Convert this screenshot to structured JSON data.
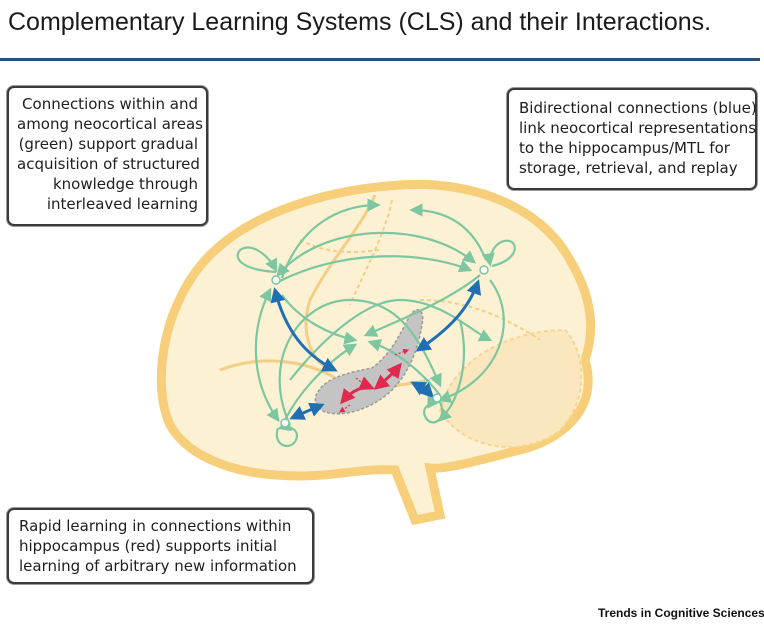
{
  "title": "Complementary Learning Systems (CLS) and their Interactions.",
  "boxes": {
    "green": {
      "lines": [
        "Connections within and",
        "among neocortical areas",
        "(green) support gradual",
        "acquisition of structured",
        "knowledge through",
        "interleaved learning"
      ]
    },
    "blue": {
      "lines": [
        "Bidirectional connections (blue)",
        "link neocortical representations",
        "to the hippocampus/MTL for",
        "storage, retrieval, and replay"
      ]
    },
    "red": {
      "lines": [
        "Rapid learning in connections within",
        "hippocampus (red) supports initial",
        "learning of arbitrary new information"
      ]
    }
  },
  "credit": "Trends in Cognitive Sciences",
  "colors": {
    "rule": "#2c4f7c",
    "brain_fill": "#fdf1d4",
    "brain_outline": "#f7cf7a",
    "neocortical_green": "#7cc7a0",
    "bidirectional_blue": "#1f6fb5",
    "hippocampus_red": "#e0294f",
    "hippocampus_fill": "#bdbdbd"
  }
}
